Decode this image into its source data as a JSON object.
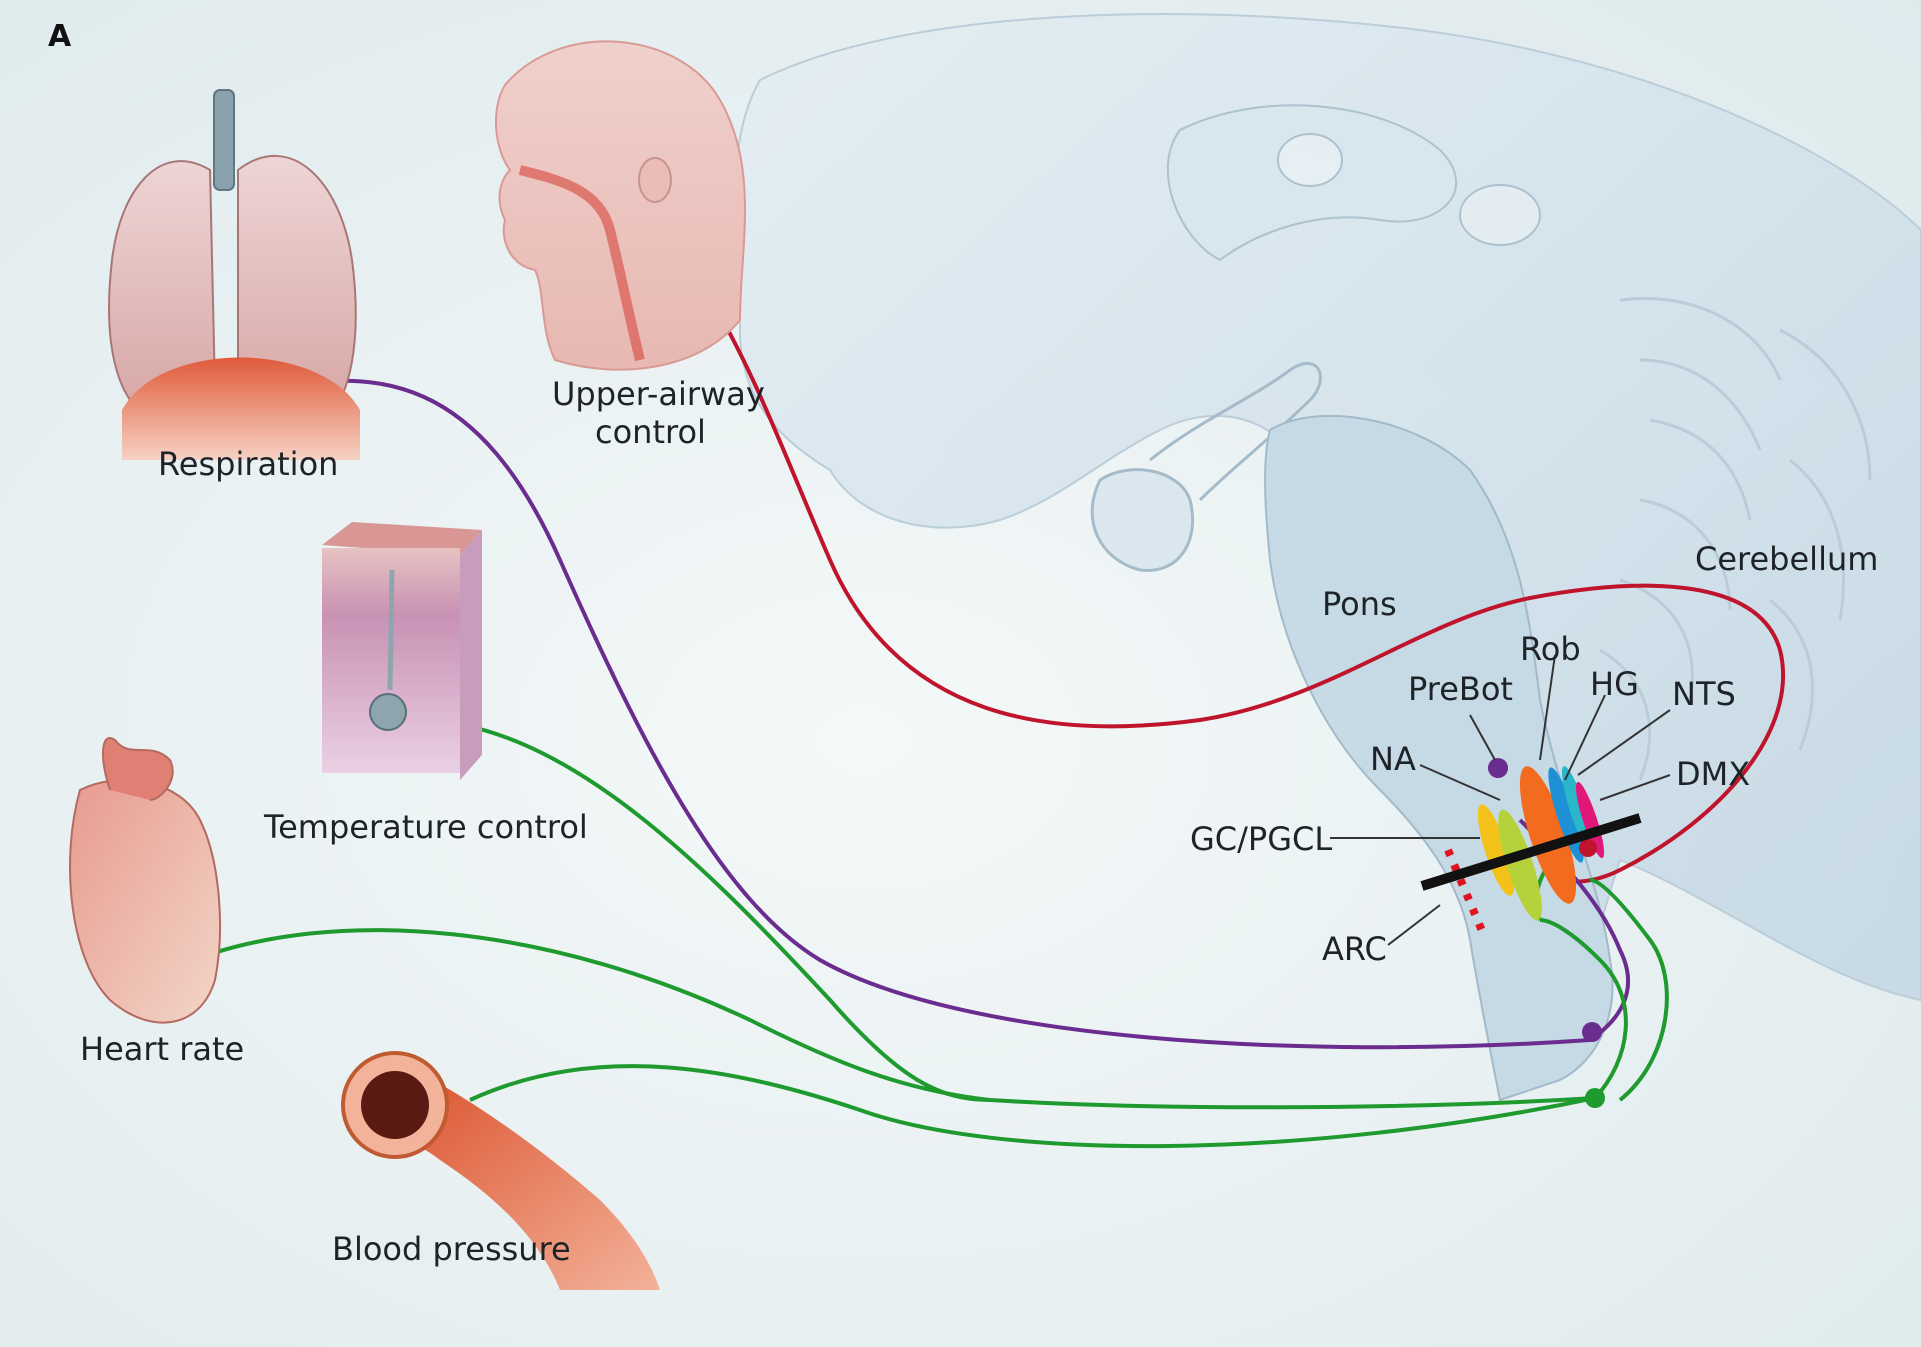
{
  "panel_label": "A",
  "organs": {
    "respiration": "Respiration",
    "upper_airway_line1": "Upper-airway",
    "upper_airway_line2": "control",
    "temperature": "Temperature control",
    "heart_rate": "Heart rate",
    "blood_pressure": "Blood pressure"
  },
  "brain": {
    "pons": "Pons",
    "cerebellum": "Cerebellum"
  },
  "nuclei": {
    "prebot": "PreBot",
    "rob": "Rob",
    "hg": "HG",
    "nts": "NTS",
    "na": "NA",
    "dmx": "DMX",
    "gc_pgcl": "GC/PGCL",
    "arc": "ARC"
  },
  "colors": {
    "background": "#e8f0f2",
    "brain_fill": "#cfe0ea",
    "upper_airway_path": "#c0142c",
    "respiration_path": "#6a2c8e",
    "autonomic_paths": "#1f9a2e",
    "nucleus_yellow": "#f2c21b",
    "nucleus_orange": "#f26b1f",
    "nucleus_blue": "#1e90d6",
    "nucleus_cyan": "#2ab7c9",
    "nucleus_magenta": "#e0187a",
    "arc_dots": "#e0141e"
  }
}
